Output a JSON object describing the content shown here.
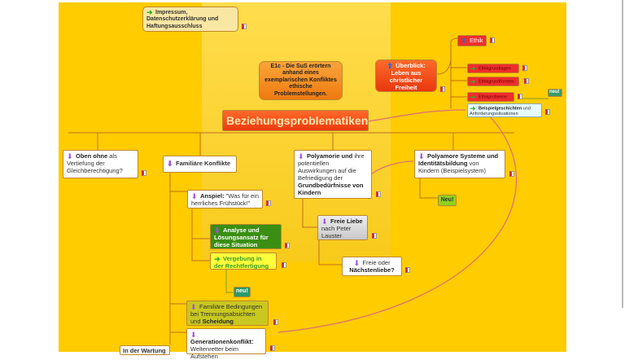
{
  "root": "Beziehungsproblematiken",
  "impressum": "Impressum, Datenschutzerklärung und Haftungsausschluss",
  "goal": "E1c - Die SuS erörtern anhand eines exemplarischen Konfliktes ethische Problemstellungen.",
  "overview": "Überblick: Leben aus christlicher Freiheit",
  "ethik": {
    "label": "Ethik",
    "children": [
      "Ethikgrundlagen",
      "Ethikgrundformen",
      "Ethikprobleme"
    ],
    "new_badge": "neu!",
    "stories_bold": "Beispielgeschichten",
    "stories_rest": " und Anforderungssituationen"
  },
  "oben": {
    "bold": "Oben ohne",
    "rest": " als Vertiefung der Gleichberechtigung?"
  },
  "familie": "Familiäre Konflikte",
  "anspiel": {
    "bold": "Anspiel:",
    "rest": " \"Was für ein herrliches Frühstück!\""
  },
  "analyse": "Analyse und Lösungsansatz für diese Situation",
  "vergebung": "Vergebung in der Rechtfertigung",
  "neu_teal": "neu!",
  "bedingungen": {
    "rest": "Familiäre Bedingungen bei Trennungsabsichten und ",
    "bold": "Scheidung"
  },
  "generation": {
    "bold": "Generationenkonflikt:",
    "rest": " Weltenretter beim Aufstehen"
  },
  "wartung": "In der Wartung",
  "poly": {
    "b1": "Polyamorie und",
    "r1": " ihre potentiellen Auswirkungen auf die Befriedigung der ",
    "b2": "Grundbedürfnisse von Kindern"
  },
  "freie_liebe": {
    "bold": "Freie Liebe",
    "rest": " nach Peter Lauster"
  },
  "freie_oder": {
    "rest": "Freie oder",
    "bold": "Nächstenliebe?"
  },
  "systeme": {
    "bold": "Polyamore Systeme und Identitätsbildung",
    "rest": " von Kindern (Beispielsystem)"
  },
  "neu_green": "Neu!"
}
